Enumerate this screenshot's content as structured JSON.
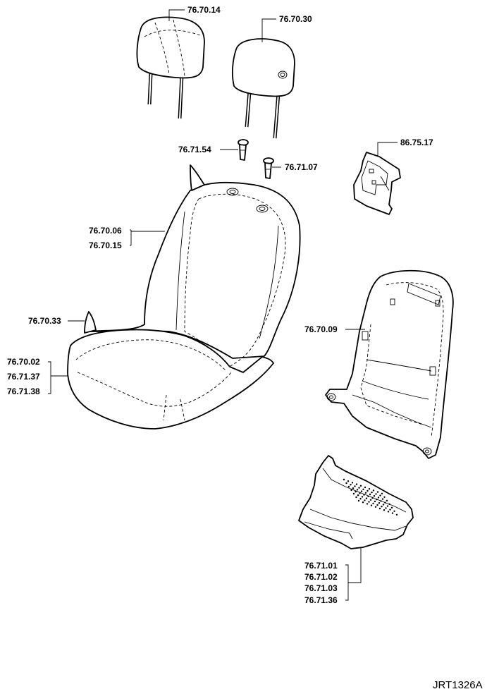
{
  "labels": {
    "headrest_left": "76.70.14",
    "headrest_right": "76.70.30",
    "guide_left": "76.71.54",
    "guide_right": "76.71.07",
    "bracket": "86.75.17",
    "cover_backrest": [
      "76.70.06",
      "76.70.15"
    ],
    "seat_trim": "76.70.33",
    "cushion": [
      "76.70.02",
      "76.71.37",
      "76.71.38"
    ],
    "frame": "76.70.09",
    "shield": [
      "76.71.01",
      "76.71.02",
      "76.71.03",
      "76.71.36"
    ]
  },
  "drawing_code": "JRT1326A"
}
